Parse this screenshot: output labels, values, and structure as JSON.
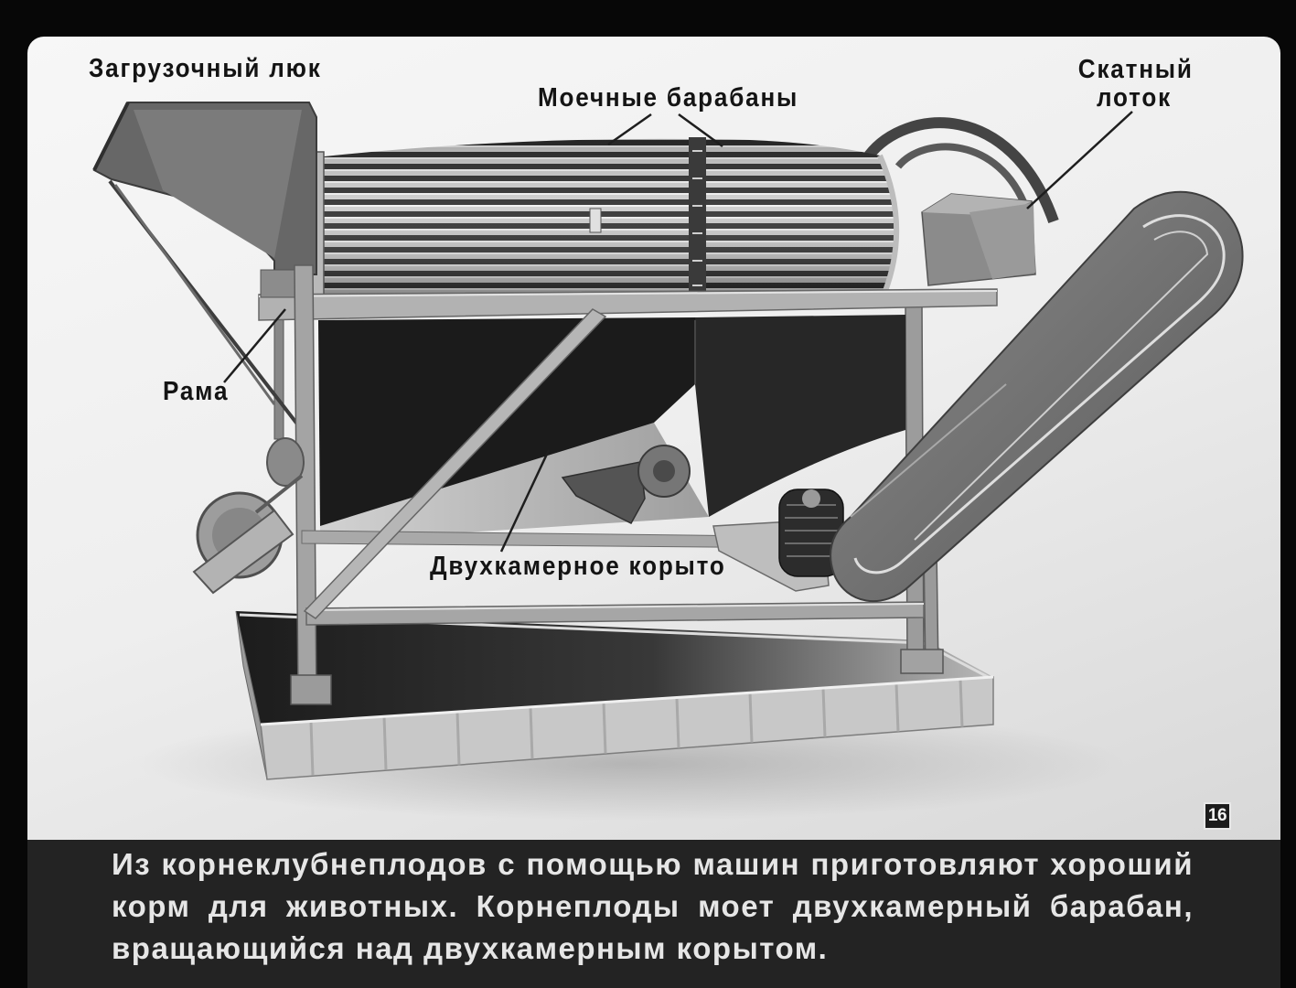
{
  "labels": {
    "loading_hatch": "Загрузочный люк",
    "washing_drums": "Моечные барабаны",
    "chute_line1": "Скатный",
    "chute_line2": "лоток",
    "frame": "Рама",
    "trough": "Двухкамерное корыто"
  },
  "page_number": "16",
  "caption": {
    "lines": [
      "Из корнеклубнеплодов с помощью машин приготовляют хороший",
      "корм для животных. Корнеплоды моет двухкамерный барабан,",
      "вращающийся над двухкамерным корытом."
    ]
  }
}
